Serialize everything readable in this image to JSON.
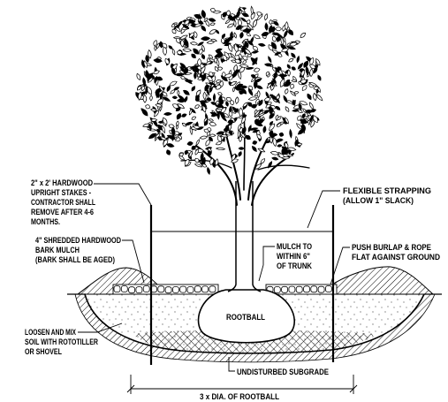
{
  "labels": {
    "stakes": [
      "2\" x 2' HARDWOOD",
      "UPRIGHT STAKES -",
      "CONTRACTOR SHALL",
      "REMOVE AFTER 4-6",
      "MONTHS."
    ],
    "strapping": [
      "FLEXIBLE STRAPPING",
      "(ALLOW 1\" SLACK)"
    ],
    "bark_mulch": [
      "4\" SHREDDED HARDWOOD",
      "BARK MULCH",
      "(BARK SHALL BE AGED)"
    ],
    "mulch_trunk": [
      "MULCH TO",
      "WITHIN 6\"",
      "OF TRUNK"
    ],
    "burlap": [
      "PUSH BURLAP & ROPE",
      "FLAT AGAINST GROUND"
    ],
    "rootball": "ROOTBALL",
    "loosen_soil": [
      "LOOSEN AND MIX",
      "SOIL WITH ROTOTILLER",
      "OR SHOVEL"
    ],
    "subgrade": "UNDISTURBED SUBGRADE",
    "pit_width": "3 x DIA. OF ROOTBALL"
  },
  "colors": {
    "ink": "#000000",
    "paper": "#ffffff"
  }
}
